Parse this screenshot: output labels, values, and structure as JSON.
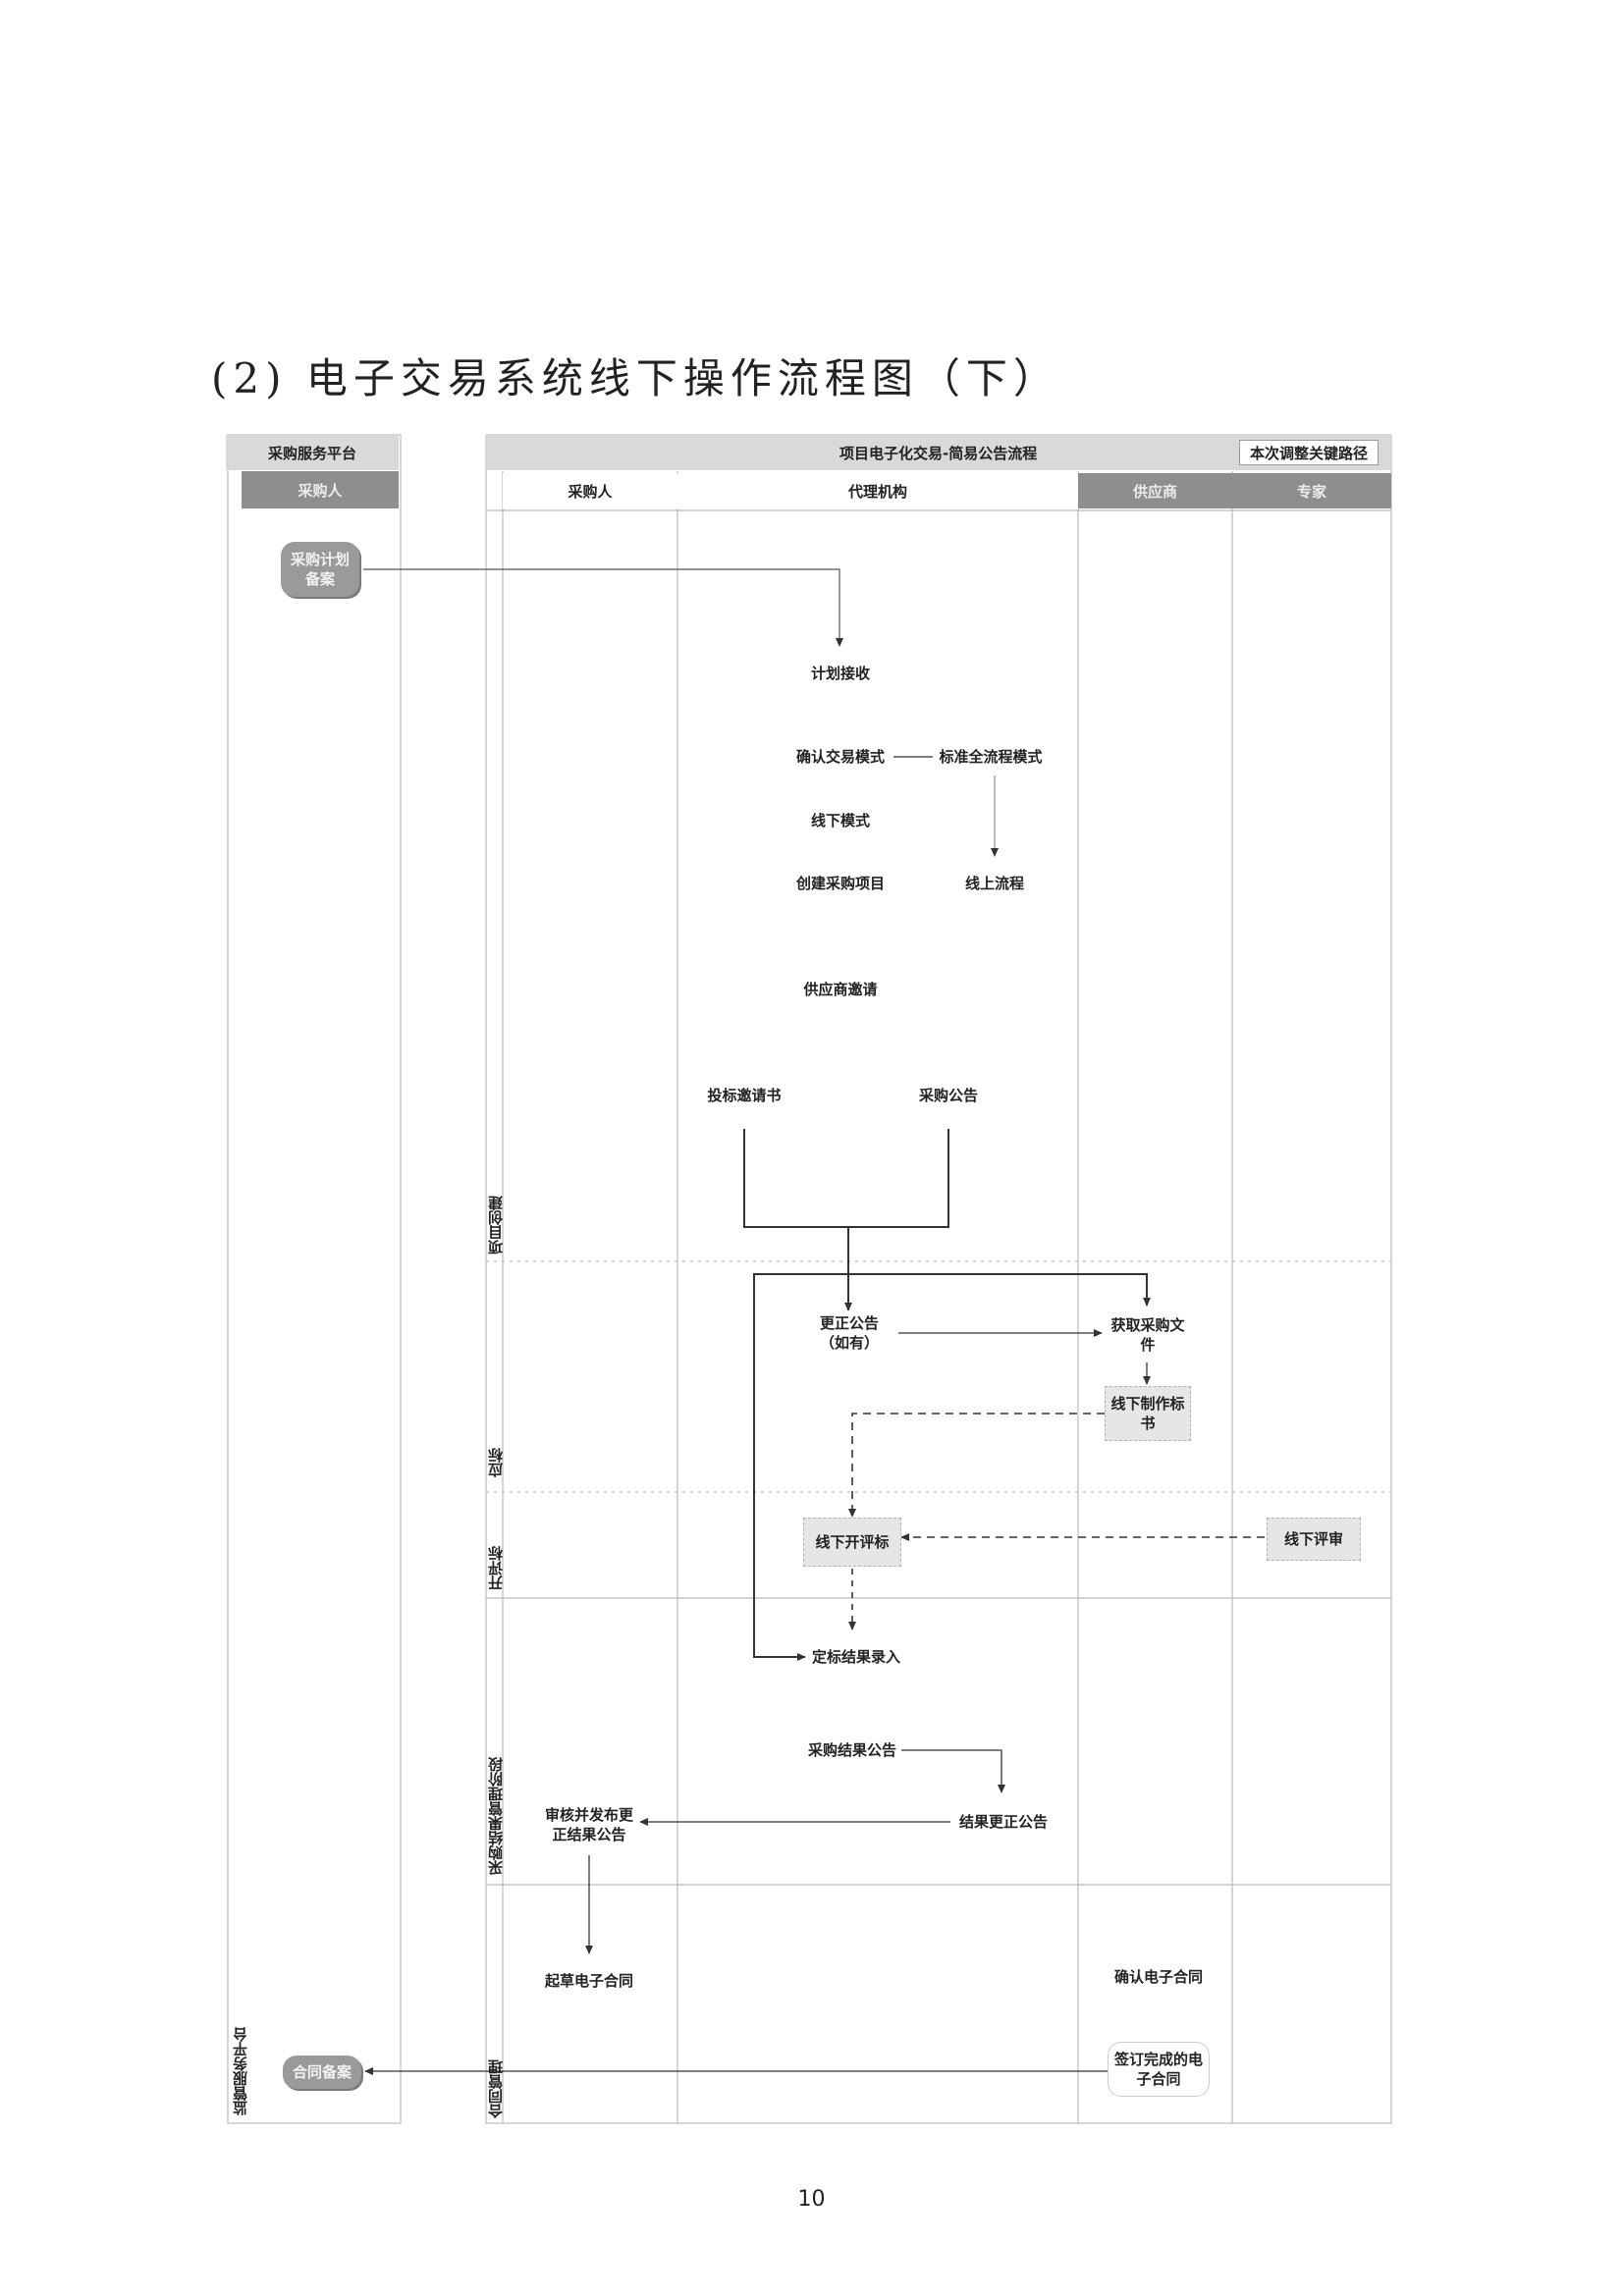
{
  "heading": "(2)   电子交易系统线下操作流程图（下）",
  "page_number": "10",
  "left_pool": {
    "title": "采购服务平台",
    "lane": "采购人",
    "bottom_label": "监管服务平台"
  },
  "main_pool": {
    "title": "项目电子化交易-简易公告流程",
    "legend": "本次调整关键路径",
    "lanes": [
      "采购人",
      "代理机构",
      "供应商",
      "专家"
    ],
    "phases": [
      "项目创建",
      "应标",
      "开评标",
      "采购结果管理阶段",
      "合同管理"
    ]
  },
  "nodes": {
    "plan_filing": "采购计划\n备案",
    "plan_receive": "计划接收",
    "confirm_mode": "确认交易模式",
    "standard_mode": "标准全流程模式",
    "offline_mode": "线下模式",
    "create_project": "创建采购项目",
    "online_flow": "线上流程",
    "supplier_invite": "供应商邀请",
    "bid_invitation": "投标邀请书",
    "procurement_notice": "采购公告",
    "correction_notice": "更正公告\n（如有）",
    "get_documents": "获取采购文\n件",
    "make_bid": "线下制作标\n书",
    "offline_opening": "线下开评标",
    "offline_review": "线下评审",
    "award_entry": "定标结果录入",
    "result_notice": "采购结果公告",
    "result_correction": "结果更正公告",
    "review_publish": "审核并发布更\n正结果公告",
    "draft_contract": "起草电子合同",
    "confirm_contract": "确认电子合同",
    "sign_contract": "签订完成的电\n子合同",
    "contract_filing": "合同备案"
  }
}
